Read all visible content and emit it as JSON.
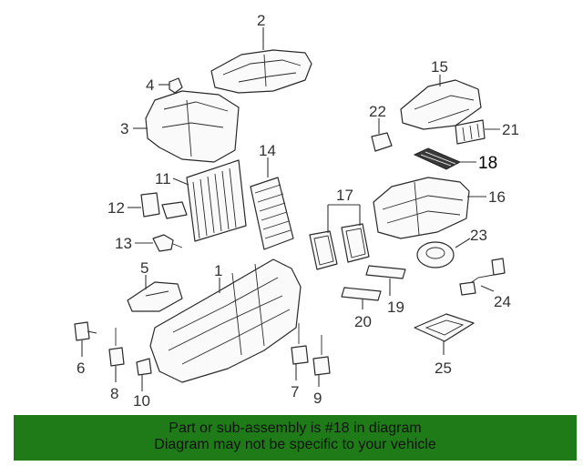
{
  "banner": {
    "line1": "Part or sub-assembly is #18 in diagram",
    "line2": "Diagram may not be specific to your vehicle"
  },
  "callouts": [
    "1",
    "2",
    "3",
    "4",
    "5",
    "6",
    "7",
    "8",
    "9",
    "10",
    "11",
    "12",
    "13",
    "14",
    "15",
    "16",
    "17",
    "18",
    "19",
    "20",
    "21",
    "22",
    "23",
    "24",
    "25"
  ],
  "highlighted_callout": "18",
  "colors": {
    "banner": "#1e7b18",
    "highlight_part": "#222222"
  }
}
